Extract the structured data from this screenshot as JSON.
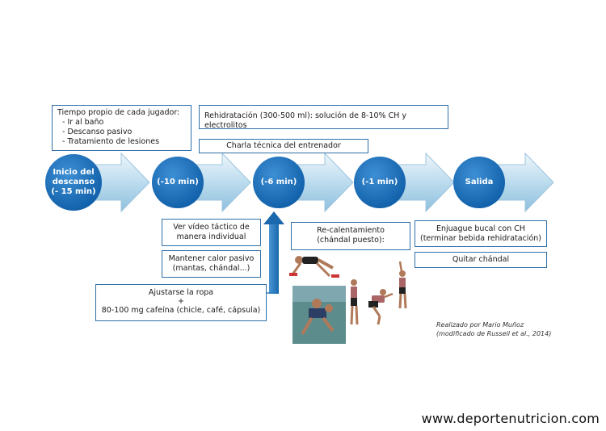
{
  "steps": [
    {
      "label_lines": [
        "Inicio del",
        "descanso",
        "(- 15 min)"
      ]
    },
    {
      "label_lines": [
        "(-10 min)"
      ]
    },
    {
      "label_lines": [
        "(-6 min)"
      ]
    },
    {
      "label_lines": [
        "(-1 min)"
      ]
    },
    {
      "label_lines": [
        "Salida"
      ]
    }
  ],
  "boxes": {
    "player_time": {
      "title": "Tiempo propio de cada jugador:",
      "items": [
        "- Ir al baño",
        "- Descanso pasivo",
        "- Tratamiento de lesiones"
      ]
    },
    "rehydration": "Rehidratación (300-500 ml): solución de 8-10% CH y electrolitos",
    "coach_talk": "Charla técnica del entrenador",
    "tactical_video": [
      "Ver vídeo táctico de",
      "manera individual"
    ],
    "keep_warm": [
      "Mantener calor pasivo",
      "(mantas, chándal...)"
    ],
    "adjust_clothes": [
      "Ajustarse la ropa",
      "+",
      "80-100 mg cafeína (chicle, café, cápsula)"
    ],
    "rewarmup": [
      "Re-calentamiento",
      "(chándal puesto):"
    ],
    "mouth_rinse": [
      "Enjuague bucal con CH",
      "(terminar bebida rehidratación)"
    ],
    "remove_tracksuit": "Quitar chándal"
  },
  "credit": [
    "Realizado por Mario Muñoz",
    "(modificado de Russell et al., 2014)"
  ],
  "watermark": "www.deportenutricion.com",
  "colors": {
    "circle": "#1a6cb5",
    "arrow": "#a9cfe6",
    "border": "#2f6fa8",
    "up_arrow": "#2a7cc0"
  }
}
